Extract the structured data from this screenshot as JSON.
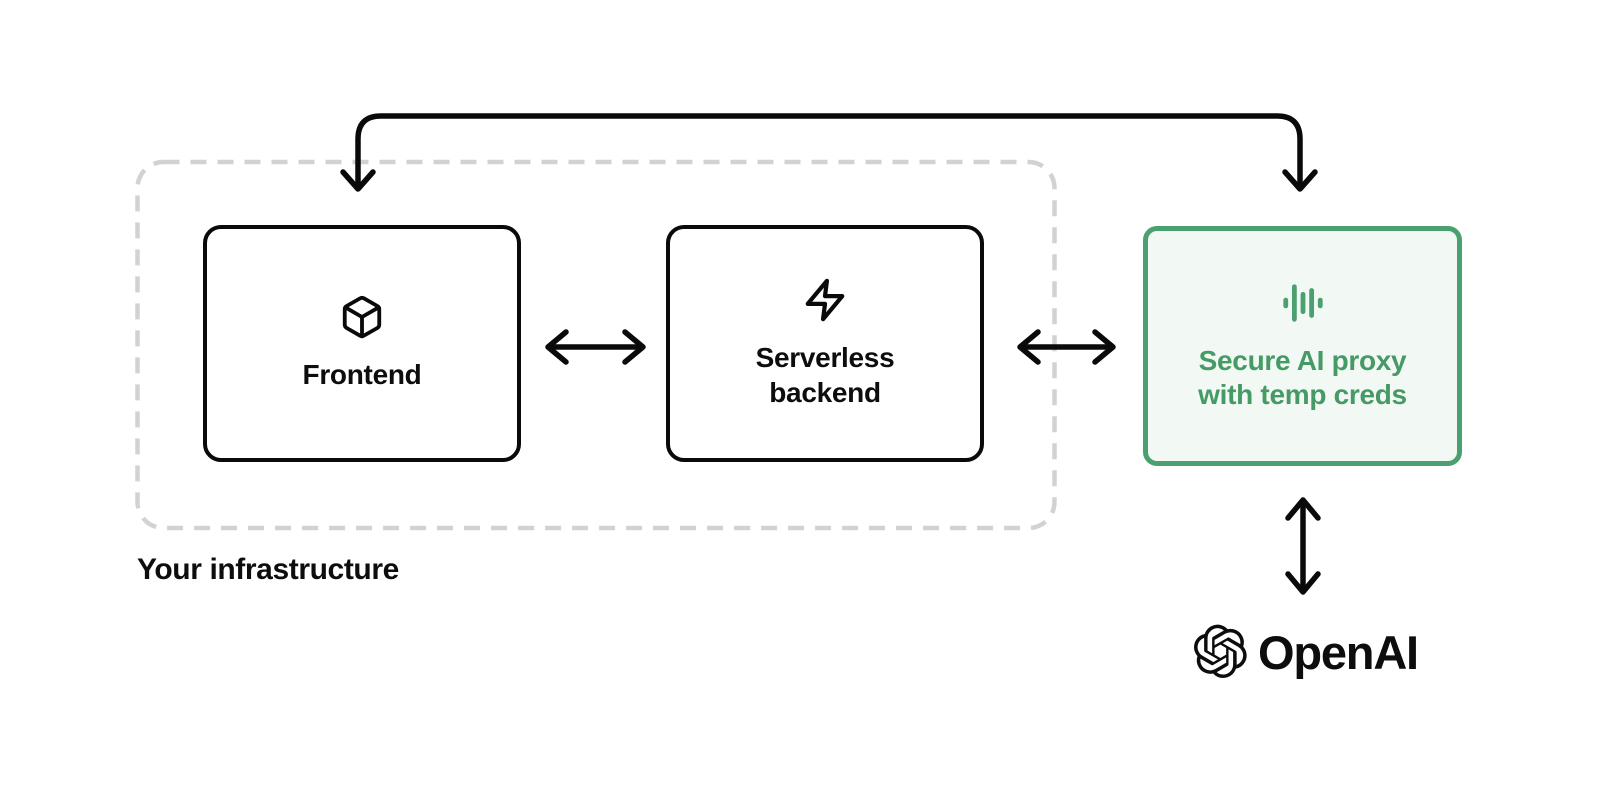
{
  "infrastructure": {
    "label": "Your infrastructure"
  },
  "nodes": {
    "frontend": {
      "label": "Frontend",
      "icon": "cube-icon"
    },
    "serverless_backend": {
      "line1": "Serverless",
      "line2": "backend",
      "icon": "lightning-bolt-icon"
    },
    "secure_proxy": {
      "line1": "Secure AI proxy",
      "line2": "with temp creds",
      "icon": "audio-waveform-icon"
    },
    "openai": {
      "label": "OpenAI",
      "icon": "openai-logomark-icon"
    }
  },
  "connections": [
    {
      "from": "frontend",
      "to": "secure_proxy",
      "style": "bidirectional",
      "route": "over-the-top"
    },
    {
      "from": "frontend",
      "to": "serverless_backend",
      "style": "bidirectional",
      "route": "horizontal"
    },
    {
      "from": "serverless_backend",
      "to": "secure_proxy",
      "style": "bidirectional",
      "route": "horizontal"
    },
    {
      "from": "secure_proxy",
      "to": "openai",
      "style": "bidirectional",
      "route": "vertical"
    }
  ],
  "colors": {
    "accent_green": "#4AA06E",
    "accent_green_text": "#459A66",
    "accent_green_fill": "#F2F9F4",
    "dashed_boundary_gray": "#D2D2D2",
    "line_black": "#0A0A0A",
    "background": "#FFFFFF"
  }
}
